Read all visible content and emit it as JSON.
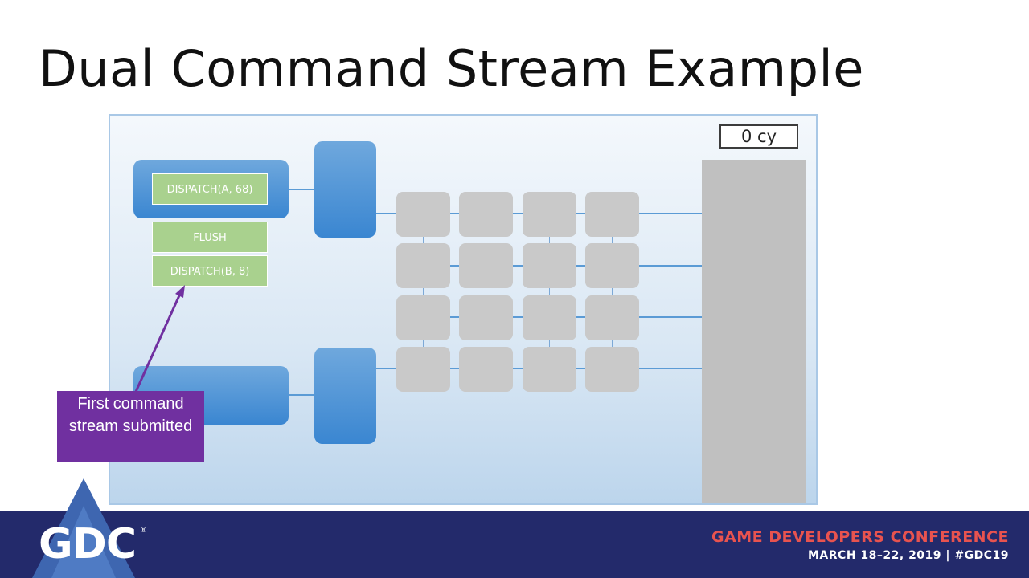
{
  "slide": {
    "title": "Dual Command Stream Example",
    "cycle_counter": "0 cy"
  },
  "commands": [
    {
      "label": "DISPATCH(A, 68)"
    },
    {
      "label": "FLUSH"
    },
    {
      "label": "DISPATCH(B, 8)"
    }
  ],
  "callout": {
    "text": "First command stream submitted"
  },
  "footer": {
    "logo_text": "GDC",
    "registered_mark": "®",
    "conference_name": "GAME DEVELOPERS CONFERENCE",
    "dates": "MARCH 18–22, 2019 | #GDC19"
  },
  "colors": {
    "unit_blue": "#3a86d1",
    "command_green": "#a9d18e",
    "callout_purple": "#7030a0",
    "footer_navy": "#232a6b",
    "conference_red": "#e8534f"
  }
}
